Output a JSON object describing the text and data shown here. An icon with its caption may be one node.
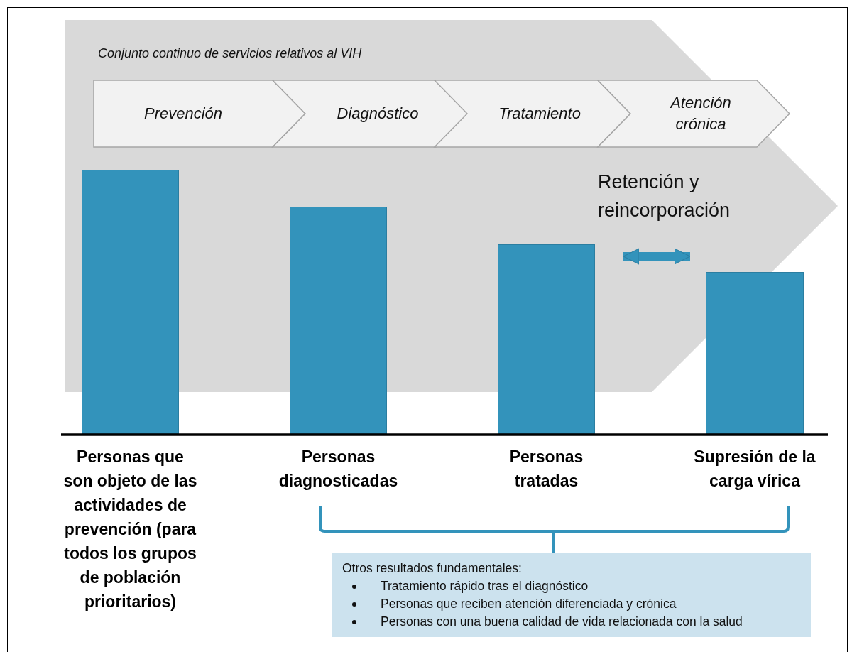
{
  "diagram": {
    "nodes": [
      {
        "text": [
          "Conjunto continuo de servicios relativos al VIH"
        ]
      },
      {
        "text": [
          "Prevención"
        ],
        "in": 0
      },
      {
        "text": [
          "Diagnóstico"
        ],
        "in": 0
      },
      {
        "text": [
          "Tratamiento"
        ],
        "in": 0
      },
      {
        "text": [
          "Atención crónica"
        ],
        "in": 0
      },
      {
        "text": [],
        "shape": "bar",
        "beside": [
          "Personas que son objeto de las actividades de prevención (para todos los grupos de población prioritarios)"
        ]
      },
      {
        "text": [],
        "shape": "bar",
        "beside": [
          "Personas diagnosticadas"
        ]
      },
      {
        "text": [],
        "shape": "bar",
        "beside": [
          "Personas tratadas"
        ]
      },
      {
        "text": [],
        "shape": "bar",
        "beside": [
          "Supresión de la carga vírica"
        ]
      },
      {
        "text": [
          "Otros resultados fundamentales:",
          "Tratamiento rápido tras el diagnóstico",
          "Personas que reciben atención diferenciada y crónica",
          "Personas con una buena calidad de vida relacionada con la salud"
        ]
      }
    ],
    "edges": [
      {
        "from": 7,
        "to": 8,
        "arrow": "both",
        "label": "Retención y reincorporación"
      }
    ]
  }
}
